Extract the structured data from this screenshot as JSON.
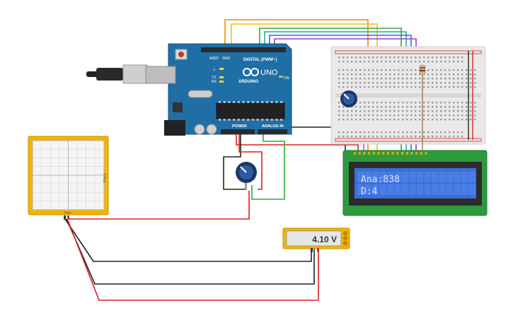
{
  "arduino": {
    "brand": "ARDUINO",
    "model": "UNO",
    "digital_label": "DIGITAL (PWM~)",
    "power_label": "POWER",
    "analog_label": "ANALOG IN",
    "tx_label": "TX",
    "rx_label": "RX",
    "on_label": "ON",
    "l_label": "L",
    "aref_label": "AREF",
    "gnd_label": "GND"
  },
  "lcd": {
    "line1": "Ana:838",
    "line2": "D:4",
    "backlight_color": "#3b6fd8"
  },
  "multimeter": {
    "reading": "4.10 V"
  },
  "plotter": {
    "side_label": "V-Pos",
    "bottom_label": "Time"
  },
  "colors": {
    "board": "#1f6fa6",
    "wire_red": "#e02020",
    "wire_black": "#222222",
    "wire_green": "#2faa3a",
    "wire_orange": "#f08a00",
    "wire_yellow": "#f2c400",
    "wire_blue": "#3a63d8",
    "wire_purple": "#9a3bd0",
    "wire_teal": "#2aa6a6",
    "wire_pink": "#e0409a",
    "breadboard": "#e9e9e9",
    "lcd_pcb": "#2e9a3e",
    "plotter_frame": "#f2b400"
  }
}
